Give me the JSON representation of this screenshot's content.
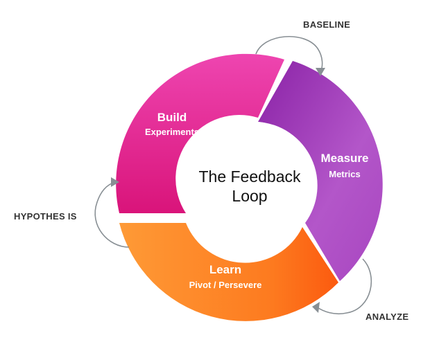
{
  "center": {
    "line1": "The Feedback",
    "line2": "Loop"
  },
  "segments": [
    {
      "id": "build",
      "title": "Build",
      "subtitle": "Experiments",
      "color_start": "#d9147a",
      "color_end": "#ee45b0"
    },
    {
      "id": "measure",
      "title": "Measure",
      "subtitle": "Metrics",
      "color_start": "#8a22a6",
      "color_end": "#b356c9"
    },
    {
      "id": "learn",
      "title": "Learn",
      "subtitle": "Pivot / Persevere",
      "color_start": "#fb5a0f",
      "color_end": "#fe9a36"
    }
  ],
  "external_labels": {
    "baseline": "BASELINE",
    "hypothesis": "HYPOTHES IS",
    "analyze": "ANALYZE"
  },
  "colors": {
    "arrow": "#888f94",
    "label_text": "#333333",
    "center_text": "#111111"
  }
}
